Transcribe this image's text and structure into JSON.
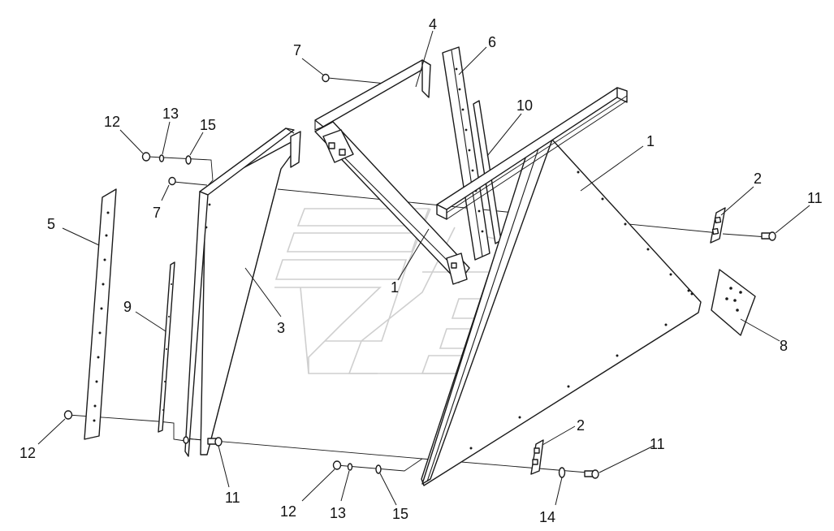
{
  "callouts": [
    {
      "id": "c4",
      "text": "4"
    },
    {
      "id": "c6",
      "text": "6"
    },
    {
      "id": "c7a",
      "text": "7"
    },
    {
      "id": "c10",
      "text": "10"
    },
    {
      "id": "c1a",
      "text": "1"
    },
    {
      "id": "c12a",
      "text": "12"
    },
    {
      "id": "c13a",
      "text": "13"
    },
    {
      "id": "c15a",
      "text": "15"
    },
    {
      "id": "c7b",
      "text": "7"
    },
    {
      "id": "c2a",
      "text": "2"
    },
    {
      "id": "c11a",
      "text": "11"
    },
    {
      "id": "c5",
      "text": "5"
    },
    {
      "id": "c9",
      "text": "9"
    },
    {
      "id": "c3",
      "text": "3"
    },
    {
      "id": "c1b",
      "text": "1"
    },
    {
      "id": "c8",
      "text": "8"
    },
    {
      "id": "c12b",
      "text": "12"
    },
    {
      "id": "c11b",
      "text": "11"
    },
    {
      "id": "c2b",
      "text": "2"
    },
    {
      "id": "c11c",
      "text": "11"
    },
    {
      "id": "c12c",
      "text": "12"
    },
    {
      "id": "c13b",
      "text": "13"
    },
    {
      "id": "c15b",
      "text": "15"
    },
    {
      "id": "c14",
      "text": "14"
    }
  ]
}
